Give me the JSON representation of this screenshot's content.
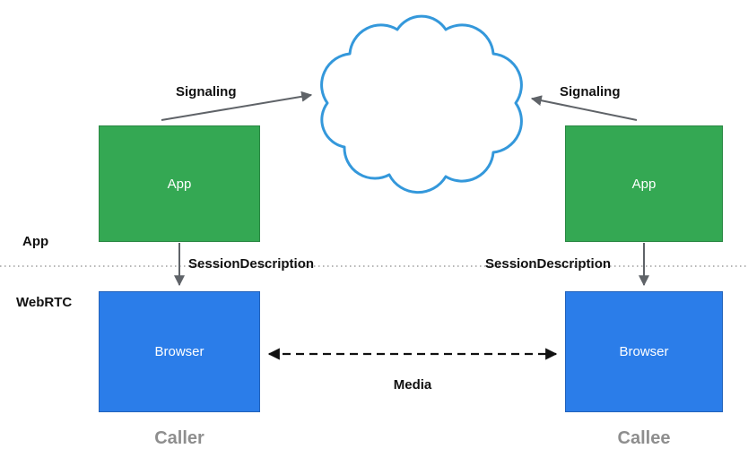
{
  "diagram": {
    "nodes": {
      "caller_app": {
        "label": "App"
      },
      "caller_browser": {
        "label": "Browser"
      },
      "callee_app": {
        "label": "App"
      },
      "callee_browser": {
        "label": "Browser"
      }
    },
    "edges": {
      "signaling_left": {
        "label": "Signaling"
      },
      "signaling_right": {
        "label": "Signaling"
      },
      "session_description_left": {
        "label": "SessionDescription"
      },
      "session_description_right": {
        "label": "SessionDescription"
      },
      "media": {
        "label": "Media"
      }
    },
    "layers": {
      "app": {
        "label": "App"
      },
      "webrtc": {
        "label": "WebRTC"
      }
    },
    "captions": {
      "caller": "Caller",
      "callee": "Callee"
    },
    "icons": {
      "cloud": "signaling-cloud-icon"
    },
    "colors": {
      "app_box_fill": "#34a853",
      "browser_box_fill": "#2b7de9",
      "cloud_stroke": "#3498db",
      "solid_arrow": "#5f6368",
      "media_arrow": "#111111",
      "divider": "#9e9e9e",
      "caption_text": "#8e8e8e"
    }
  }
}
